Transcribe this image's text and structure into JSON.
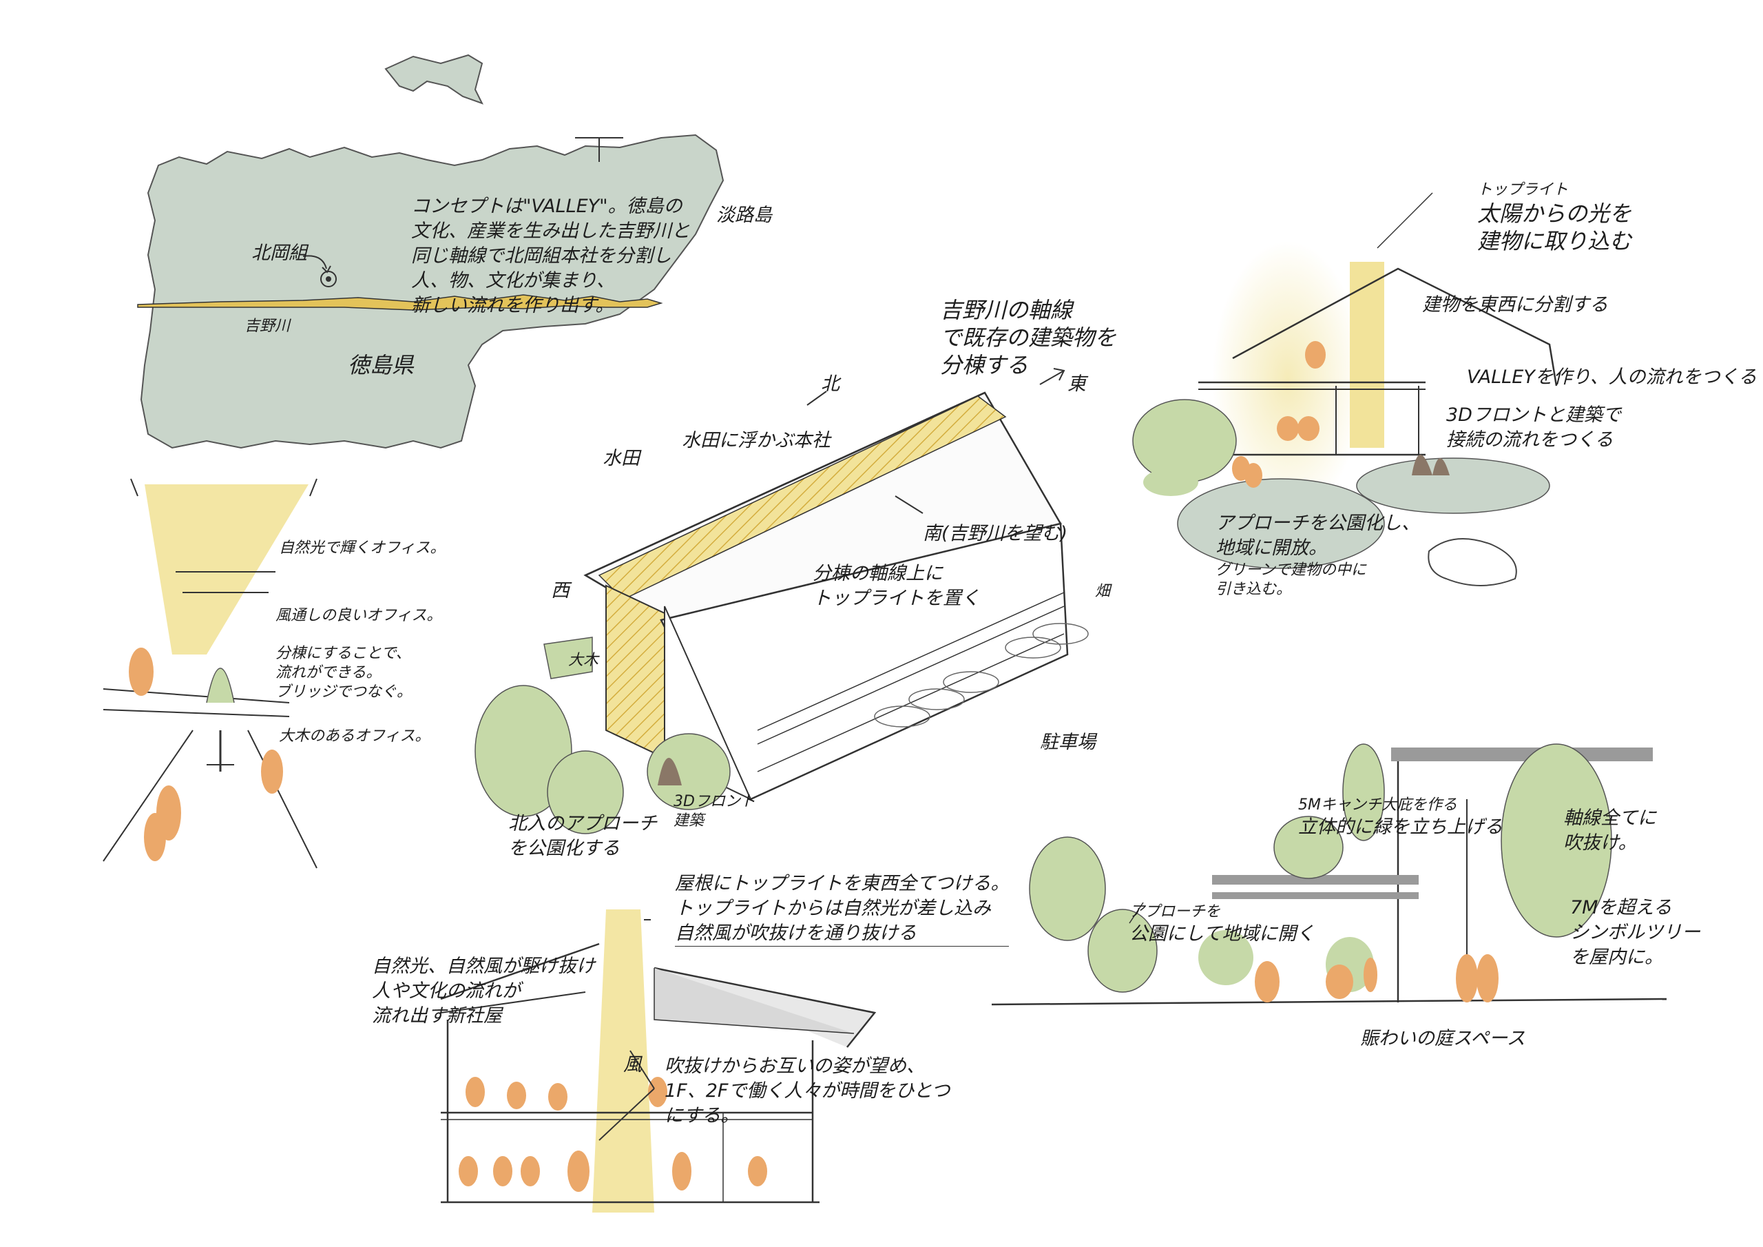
{
  "colors": {
    "land": "#c9d5ca",
    "accent_yellow": "#f2e39a",
    "hatch_yellow": "#e3c35a",
    "figure_orange": "#eba86a",
    "green": "#c6d9a8",
    "ink": "#1e1e1e"
  },
  "map": {
    "concept": [
      "コンセプトは\"VALLEY\"。徳島の",
      "文化、産業を生み出した吉野川と",
      "同じ軸線で北岡組本社を分割し",
      "人、物、文化が集まり、",
      "新しい流れを作り出す。"
    ],
    "label_hq": "北岡組",
    "label_river": "吉野川",
    "label_island": "淡路島",
    "label_pref": "徳島県"
  },
  "aerial": {
    "axis_note": [
      "吉野川の軸線",
      "で既存の建築物を",
      "分棟する"
    ],
    "east": "東",
    "north": "北",
    "paddy": "水田",
    "floating": "水田に浮かぶ本社",
    "south": "南(吉野川を望む)",
    "west": "西",
    "toplight": [
      "分棟の軸線上に",
      "トップライトを置く"
    ],
    "tree": "大木",
    "parking": "駐車場",
    "field": "畑",
    "approach": [
      "北入のアプローチ",
      "を公園化する"
    ],
    "veranda": [
      "3Dフロント",
      "建築"
    ]
  },
  "interior": {
    "l1": "自然光で輝くオフィス。",
    "l2": "風通しの良いオフィス。",
    "l3": [
      "分棟にすることで、",
      "流れができる。",
      "ブリッジでつなぐ。"
    ],
    "l4": "大木のあるオフィス。"
  },
  "house": {
    "toplight_label": "トップライト",
    "sun": [
      "太陽からの光を",
      "建物に取り込む"
    ],
    "divide": "建物を東西に分割する",
    "valley": "VALLEYを作り、人の流れをつくる",
    "bridge": [
      "3Dフロントと建築で",
      "接続の流れをつくる"
    ],
    "park": [
      "アプローチを公園化し、",
      "地域に開放。",
      "グリーンで建物の中に",
      "引き込む。"
    ]
  },
  "section": {
    "roof_note": [
      "屋根にトップライトを東西全てつける。",
      "トップライトからは自然光が差し込み",
      "自然風が吹抜けを通り抜ける"
    ],
    "left_note": [
      "自然光、自然風が駆け抜け",
      "人や文化の流れが",
      "流れ出す新社屋"
    ],
    "wind": "風",
    "void_note": [
      "吹抜けからお互いの姿が望め、",
      "1F、2Fで働く人々が時間をひとつ",
      "にする。"
    ]
  },
  "landscape": {
    "approach": [
      "アプローチを",
      "公園にして地域に開く"
    ],
    "canopy": [
      "5Mキャンチ大庇を作る",
      "立体的に緑を立ち上げる"
    ],
    "void": [
      "軸線全てに",
      "吹抜け。"
    ],
    "tree": [
      "7Mを超える",
      "シンボルツリー",
      "を屋内に。"
    ],
    "garden": "賑わいの庭スペース"
  }
}
